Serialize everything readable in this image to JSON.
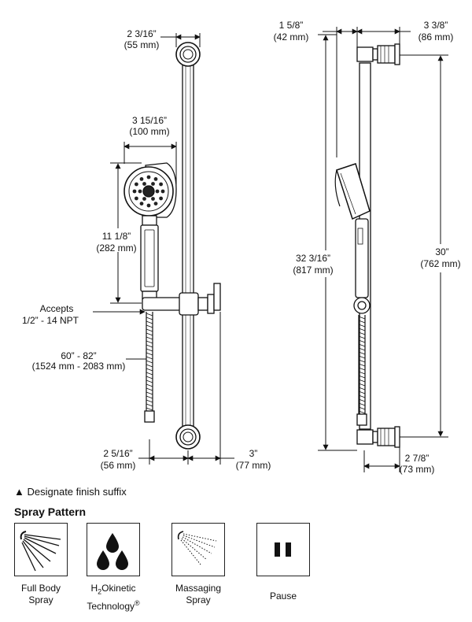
{
  "dimensions": {
    "top_width": {
      "frac": "2 3/16”",
      "mm": "(55 mm)"
    },
    "head_width": {
      "frac": "3 15/16”",
      "mm": "(100 mm)"
    },
    "head_height": {
      "frac": "11 1/8”",
      "mm": "(282 mm)"
    },
    "accepts": {
      "line1": "Accepts",
      "line2": "1/2” - 14 NPT"
    },
    "hose": {
      "frac": "60” - 82”",
      "mm": "(1524 mm - 2083 mm)"
    },
    "bottom_left": {
      "frac": "2 5/16”",
      "mm": "(56 mm)"
    },
    "bottom_right": {
      "frac": "3”",
      "mm": "(77 mm)"
    },
    "side_top_left": {
      "frac": "1 5/8”",
      "mm": "(42 mm)"
    },
    "side_top_right": {
      "frac": "3 3/8”",
      "mm": "(86 mm)"
    },
    "side_total": {
      "frac": "32 3/16”",
      "mm": "(817 mm)"
    },
    "side_bar": {
      "frac": "30”",
      "mm": "(762 mm)"
    },
    "side_bottom": {
      "frac": "2 7/8”",
      "mm": "(73 mm)"
    }
  },
  "finish_note": {
    "symbol": "▲",
    "text": "Designate finish suffix"
  },
  "spray_pattern": {
    "title": "Spray Pattern",
    "items": [
      {
        "line1": "Full Body",
        "line2": "Spray",
        "icon": "full-body-spray-icon"
      },
      {
        "line1": "H",
        "sub": "2",
        "line1b": "Okinetic",
        "line2": "Technology",
        "sup": "®",
        "icon": "h2okinetic-drops-icon"
      },
      {
        "line1": "Massaging",
        "line2": "Spray",
        "icon": "massaging-spray-icon"
      },
      {
        "line1": "Pause",
        "icon": "pause-icon"
      }
    ]
  }
}
